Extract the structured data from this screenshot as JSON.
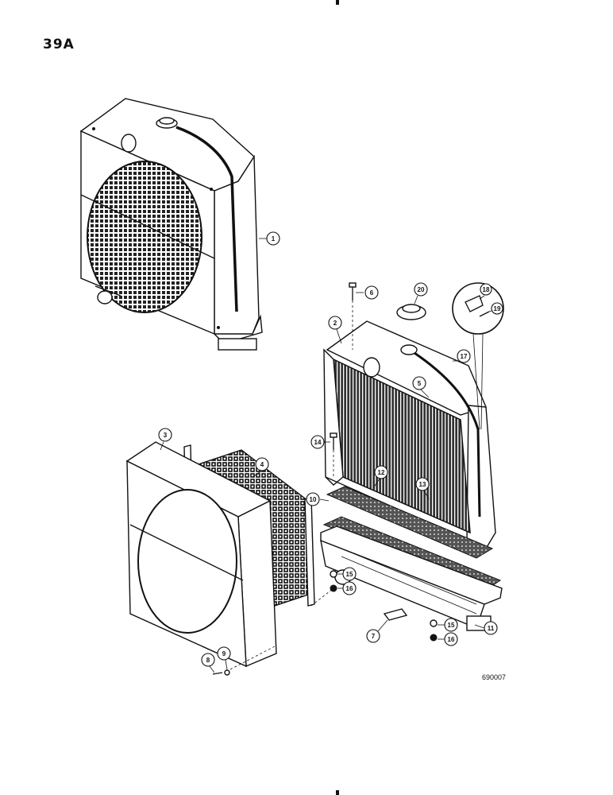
{
  "page": {
    "number": "39A",
    "drawing_code": "690007"
  },
  "callouts": [
    {
      "id": "c1",
      "label": "1"
    },
    {
      "id": "c2",
      "label": "2"
    },
    {
      "id": "c3",
      "label": "3"
    },
    {
      "id": "c4",
      "label": "4"
    },
    {
      "id": "c5",
      "label": "5"
    },
    {
      "id": "c6",
      "label": "6"
    },
    {
      "id": "c7",
      "label": "7"
    },
    {
      "id": "c8",
      "label": "8"
    },
    {
      "id": "c9",
      "label": "9"
    },
    {
      "id": "c10",
      "label": "10"
    },
    {
      "id": "c11",
      "label": "11"
    },
    {
      "id": "c12",
      "label": "12"
    },
    {
      "id": "c13",
      "label": "13"
    },
    {
      "id": "c14",
      "label": "14"
    },
    {
      "id": "c15a",
      "label": "15"
    },
    {
      "id": "c15b",
      "label": "15"
    },
    {
      "id": "c16a",
      "label": "16"
    },
    {
      "id": "c16b",
      "label": "16"
    },
    {
      "id": "c17",
      "label": "17"
    },
    {
      "id": "c18",
      "label": "18"
    },
    {
      "id": "c19",
      "label": "19"
    },
    {
      "id": "c20",
      "label": "20"
    }
  ]
}
